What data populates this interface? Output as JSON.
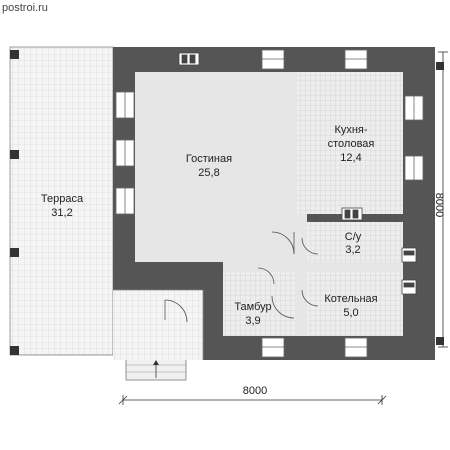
{
  "watermark": "postroi.ru",
  "colors": {
    "wall": "#555555",
    "floor_main": "#e6e6e6",
    "tile_grid": "#cfcfcf",
    "terrace": "#f4f4f4",
    "ink": "#222222"
  },
  "rooms": {
    "terrace": {
      "name": "Терраса",
      "area": "31,2"
    },
    "living": {
      "name": "Гостиная",
      "area": "25,8"
    },
    "kitchen": {
      "name_line1": "Кухня-",
      "name_line2": "столовая",
      "area": "12,4"
    },
    "wc": {
      "name": "С/у",
      "area": "3,2"
    },
    "boiler": {
      "name": "Котельная",
      "area": "5,0"
    },
    "vestibule": {
      "name": "Тамбур",
      "area": "3,9"
    }
  },
  "dimensions": {
    "width": "8000",
    "height": "8000"
  }
}
